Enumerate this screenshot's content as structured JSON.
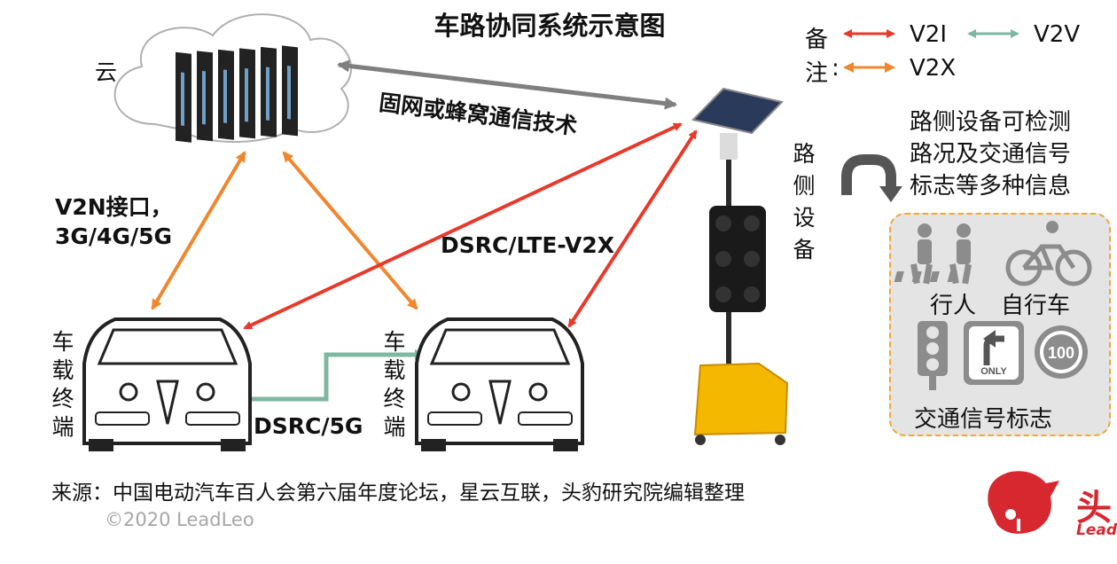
{
  "title": "车路协同系统示意图",
  "legend": {
    "header_top": "备",
    "header_bottom": "注",
    "colon": ":",
    "items": [
      {
        "label": "V2I",
        "color": "#e8392b"
      },
      {
        "label": "V2V",
        "color": "#7fb8a2"
      },
      {
        "label": "V2X",
        "color": "#f0862d"
      }
    ]
  },
  "cloud_label": "云",
  "network_label": "固网或蜂窝通信技术",
  "v2n_label_line1": "V2N接口，",
  "v2n_label_line2": "3G/4G/5G",
  "dsrc_lte_label": "DSRC/LTE-V2X",
  "dsrc_5g_label": "DSRC/5G",
  "roadside_label": [
    "路",
    "侧",
    "设",
    "备"
  ],
  "vehicle_label": [
    "车",
    "载",
    "终",
    "端"
  ],
  "roadside_note": [
    "路侧设备可检测",
    "路况及交通信号",
    "标志等多种信息"
  ],
  "panel": {
    "pedestrian": "行人",
    "bicycle": "自行车",
    "traffic_signs": "交通信号标志",
    "speed_sign": "100",
    "only_sign": "ONLY"
  },
  "source": "来源：中国电动汽车百人会第六届年度论坛，星云互联，头豹研究院编辑整理",
  "copyright": "©2020 LeadLeo",
  "logo": {
    "text": "头",
    "sub": "Lead"
  },
  "colors": {
    "v2i": "#e8392b",
    "v2v": "#7fb8a2",
    "v2x": "#f0862d",
    "network": "#7f7f7f"
  }
}
